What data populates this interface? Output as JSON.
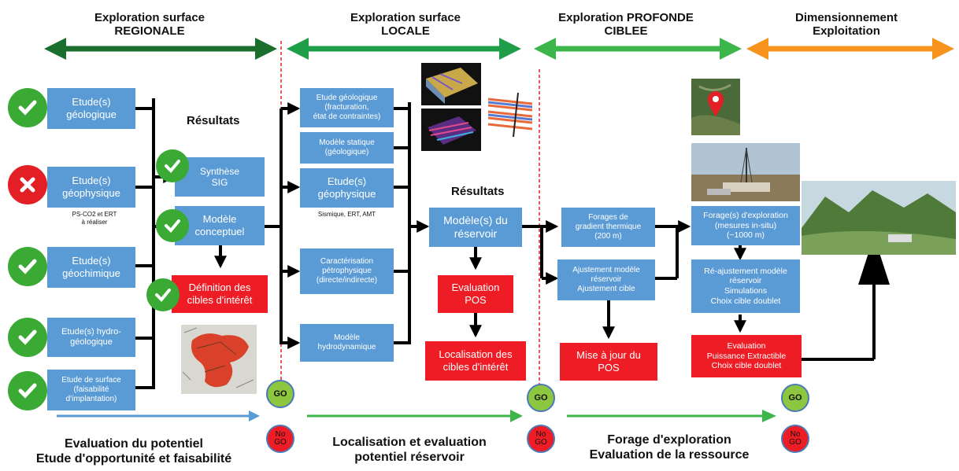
{
  "phases": [
    {
      "label": "Exploration surface\nREGIONALE"
    },
    {
      "label": "Exploration surface\nLOCALE"
    },
    {
      "label": "Exploration PROFONDE\nCIBLEE"
    },
    {
      "label": "Dimensionnement\nExploitation"
    }
  ],
  "regional": {
    "geologique": "Etude(s)\ngéologique",
    "geophysique": "Etude(s)\ngéophysique",
    "geophysique_note": "PS-CO2 et ERT\nà réaliser",
    "geochimique": "Etude(s)\ngéochimique",
    "hydro": "Etude(s) hydro-\ngéologique",
    "surface": "Etude de surface\n(faisabilité\nd'implantation)",
    "resultats": "Résultats",
    "synthese": "Synthèse\nSIG",
    "modele": "Modèle\nconceptuel",
    "definition": "Définition des\ncibles d'intérêt",
    "status": [
      "check",
      "cross",
      "check",
      "check",
      "check",
      "check",
      "check",
      "check"
    ]
  },
  "local": {
    "geologique": "Etude géologique\n(fracturation,\nétat de contraintes)",
    "statique": "Modèle statique\n(géologique)",
    "geophysique": "Etude(s)\ngéophysique",
    "geophysique_note": "Sismique, ERT, AMT",
    "petro": "Caractérisation\npétrophysique\n(directe/indirecte)",
    "hydrodynamique": "Modèle\nhydrodynamique",
    "resultats": "Résultats",
    "reservoir": "Modèle(s) du\nréservoir",
    "pos": "Evaluation\nPOS",
    "localisation": "Localisation des\ncibles d'intérêt"
  },
  "profonde": {
    "forages": "Forages de\ngradient thermique\n(200 m)",
    "ajustement": "Ajustement modèle\nréservoir\nAjustement cible",
    "maj": "Mise à jour du\nPOS"
  },
  "dimensionnement": {
    "forage_expl": "Forage(s) d'exploration\n(mesures in-situ)\n(~1000 m)",
    "reajustement": "Ré-ajustement modèle\nréservoir\nSimulations\nChoix cible doublet",
    "evaluation": "Evaluation\nPuissance Extractible\nChoix cible doublet"
  },
  "decisions": {
    "go": "GO",
    "nogo": "No\nGO"
  },
  "bottom": {
    "b1": "Evaluation du potentiel\nEtude d'opportunité et faisabilité",
    "b2": "Localisation et evaluation\npotentiel réservoir",
    "b3": "Forage d'exploration\nEvaluation de la ressource"
  },
  "colors": {
    "box_blue": "#5b9bd5",
    "box_red": "#ee1c24",
    "arrow_dark_green": "#1b6e2c",
    "arrow_green": "#21a84a",
    "arrow_orange": "#f7941d",
    "check_green": "#3aaa35",
    "cross_red": "#e31e24",
    "go_green": "#8dc63f"
  },
  "icons": [
    "check-icon",
    "cross-icon",
    "map-pin-icon"
  ]
}
